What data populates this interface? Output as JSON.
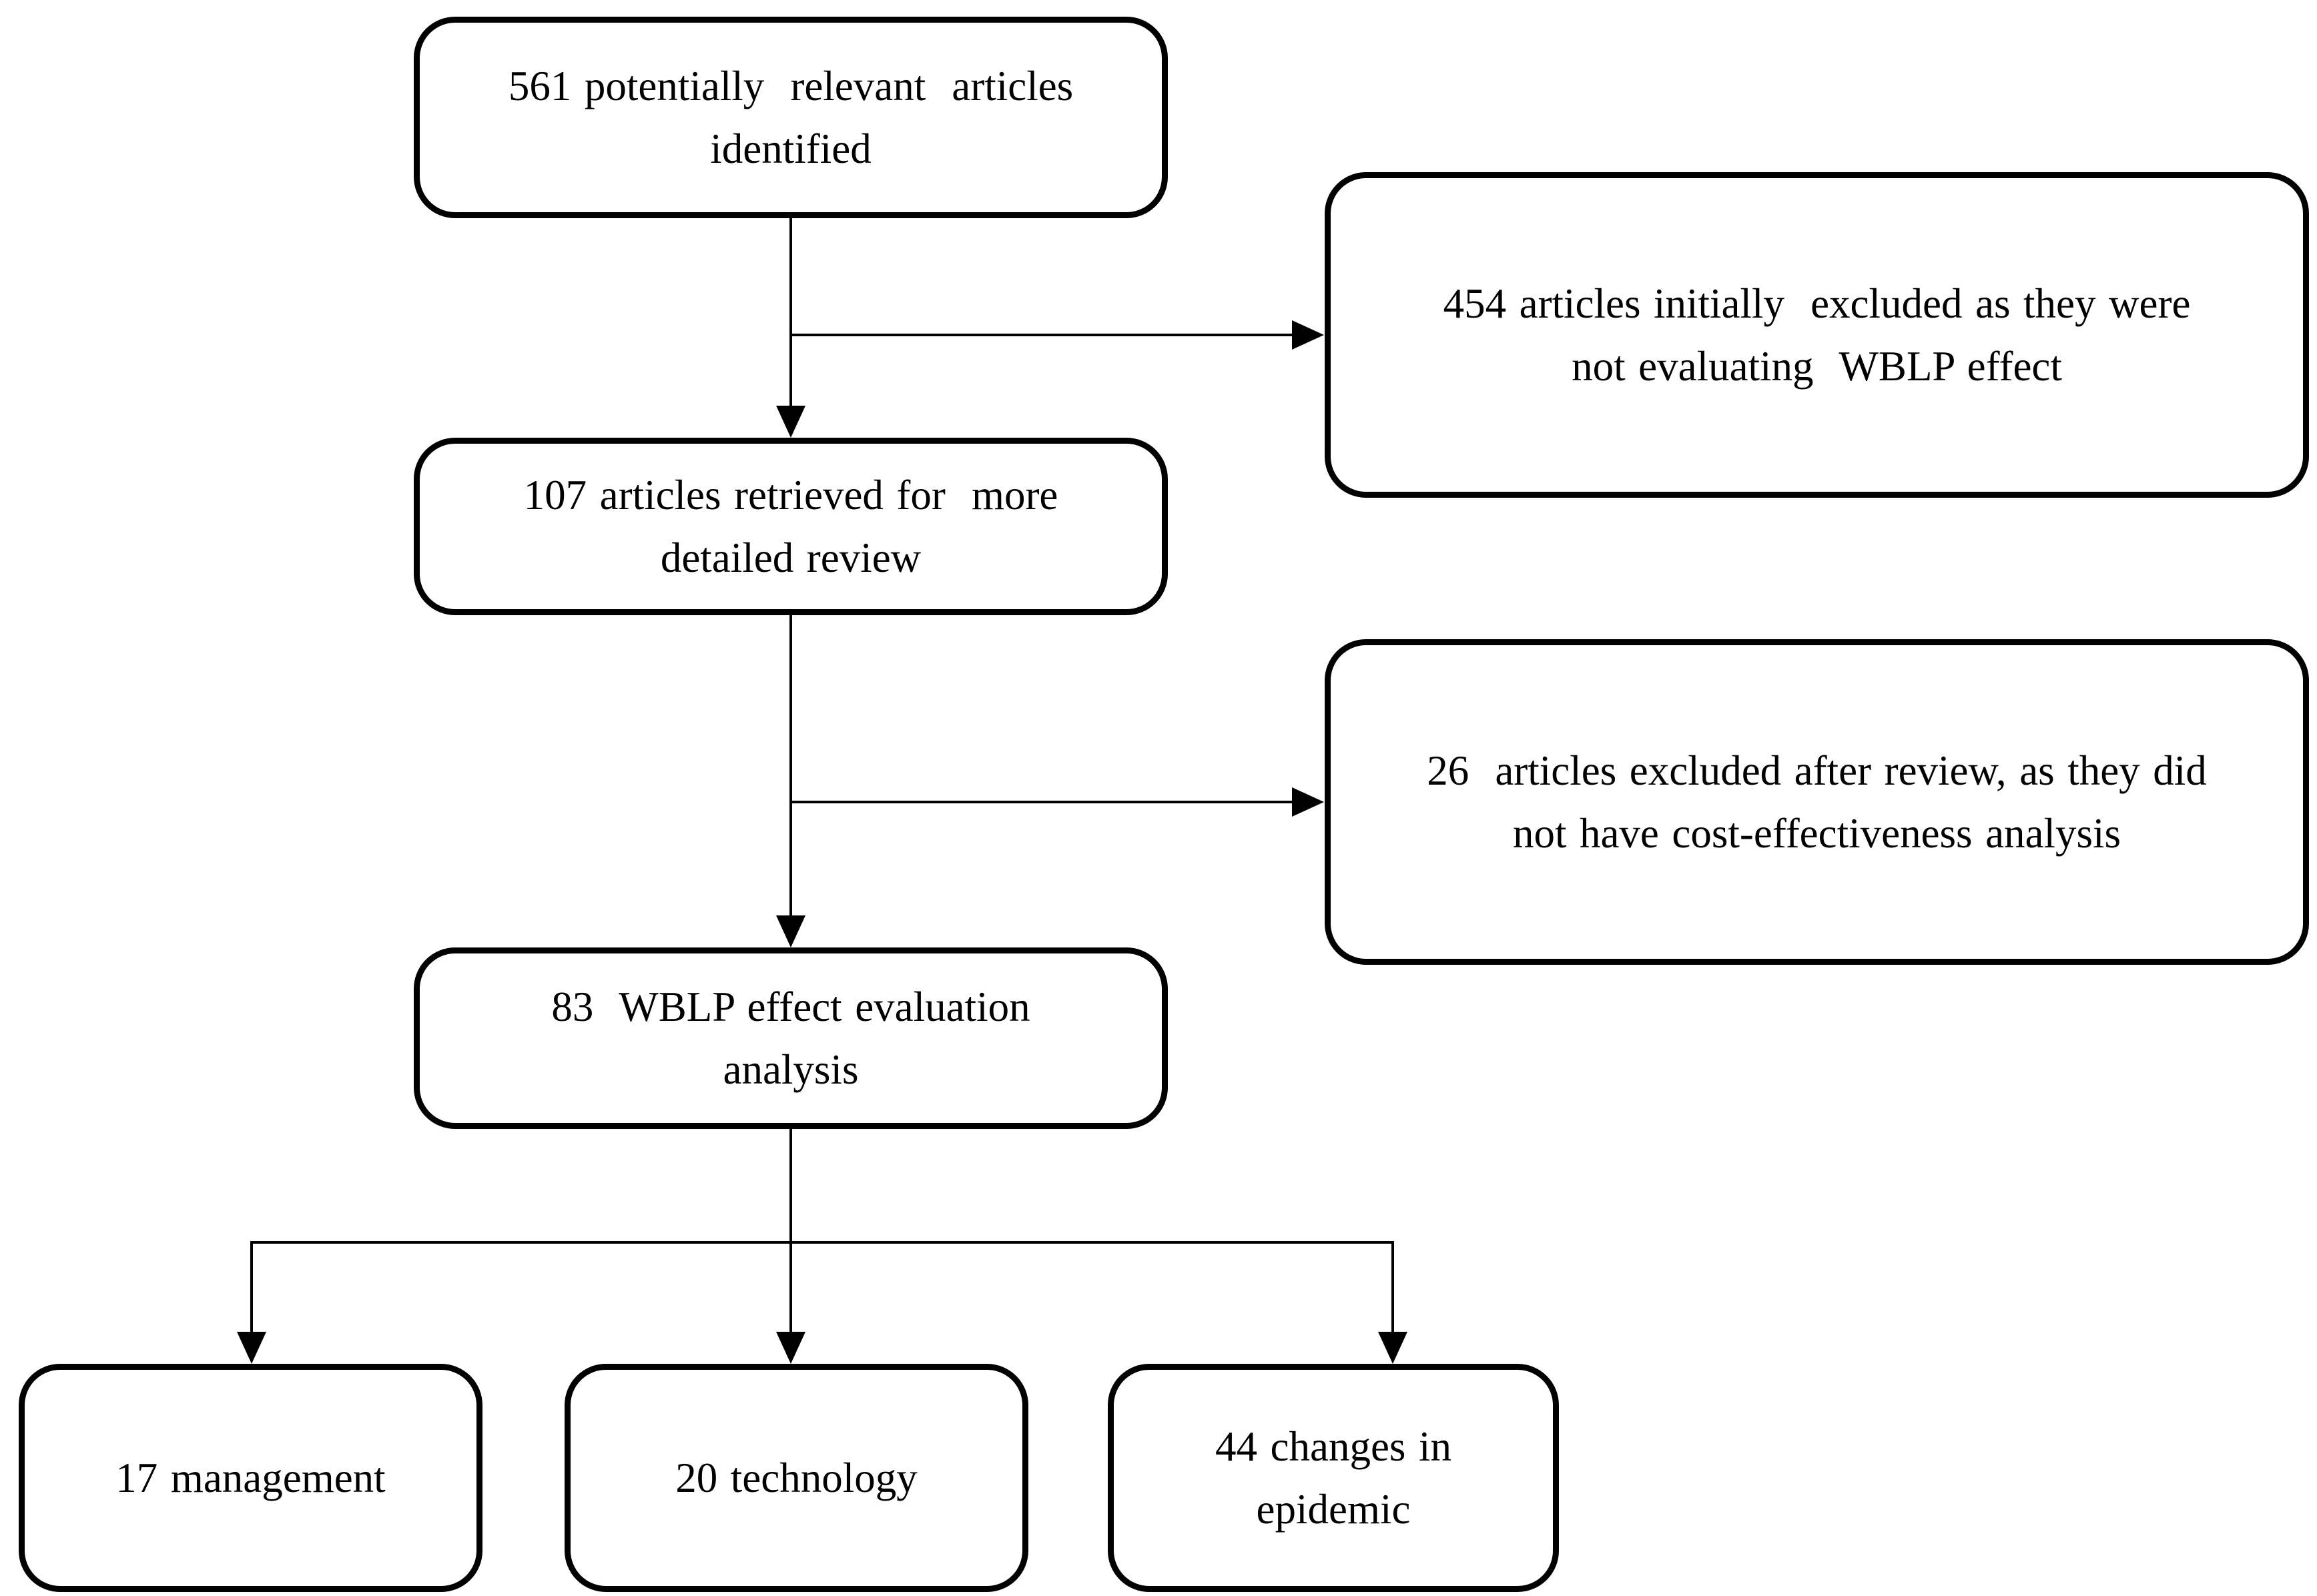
{
  "colors": {
    "background": "#ffffff",
    "line": "#000000",
    "text": "#000000"
  },
  "diagram": {
    "type": "flowchart",
    "boxes": [
      {
        "id": "identified",
        "count": 561,
        "text": "561 potentially  relevant  articles\nidentified"
      },
      {
        "id": "excluded-initial",
        "count": 454,
        "text": "454 articles initially  excluded as they were\nnot evaluating  WBLP effect"
      },
      {
        "id": "retrieved",
        "count": 107,
        "text": "107 articles retrieved for  more\ndetailed review"
      },
      {
        "id": "excluded-review",
        "count": 26,
        "text": "26  articles excluded after review, as they did\nnot have cost-effectiveness analysis"
      },
      {
        "id": "evaluation",
        "count": 83,
        "text": "83  WBLP effect evaluation\nanalysis"
      },
      {
        "id": "management",
        "count": 17,
        "text": "17 management"
      },
      {
        "id": "technology",
        "count": 20,
        "text": "20 technology"
      },
      {
        "id": "epidemic",
        "count": 44,
        "text": "44 changes in\nepidemic"
      }
    ],
    "connections": [
      {
        "from": "identified",
        "to": "retrieved",
        "style": "arrow-down"
      },
      {
        "from": "identified",
        "to": "excluded-initial",
        "style": "arrow-right"
      },
      {
        "from": "retrieved",
        "to": "evaluation",
        "style": "arrow-down"
      },
      {
        "from": "retrieved",
        "to": "excluded-review",
        "style": "arrow-right"
      },
      {
        "from": "evaluation",
        "to": "management",
        "style": "arrow-down"
      },
      {
        "from": "evaluation",
        "to": "technology",
        "style": "arrow-down"
      },
      {
        "from": "evaluation",
        "to": "epidemic",
        "style": "arrow-down"
      }
    ]
  }
}
